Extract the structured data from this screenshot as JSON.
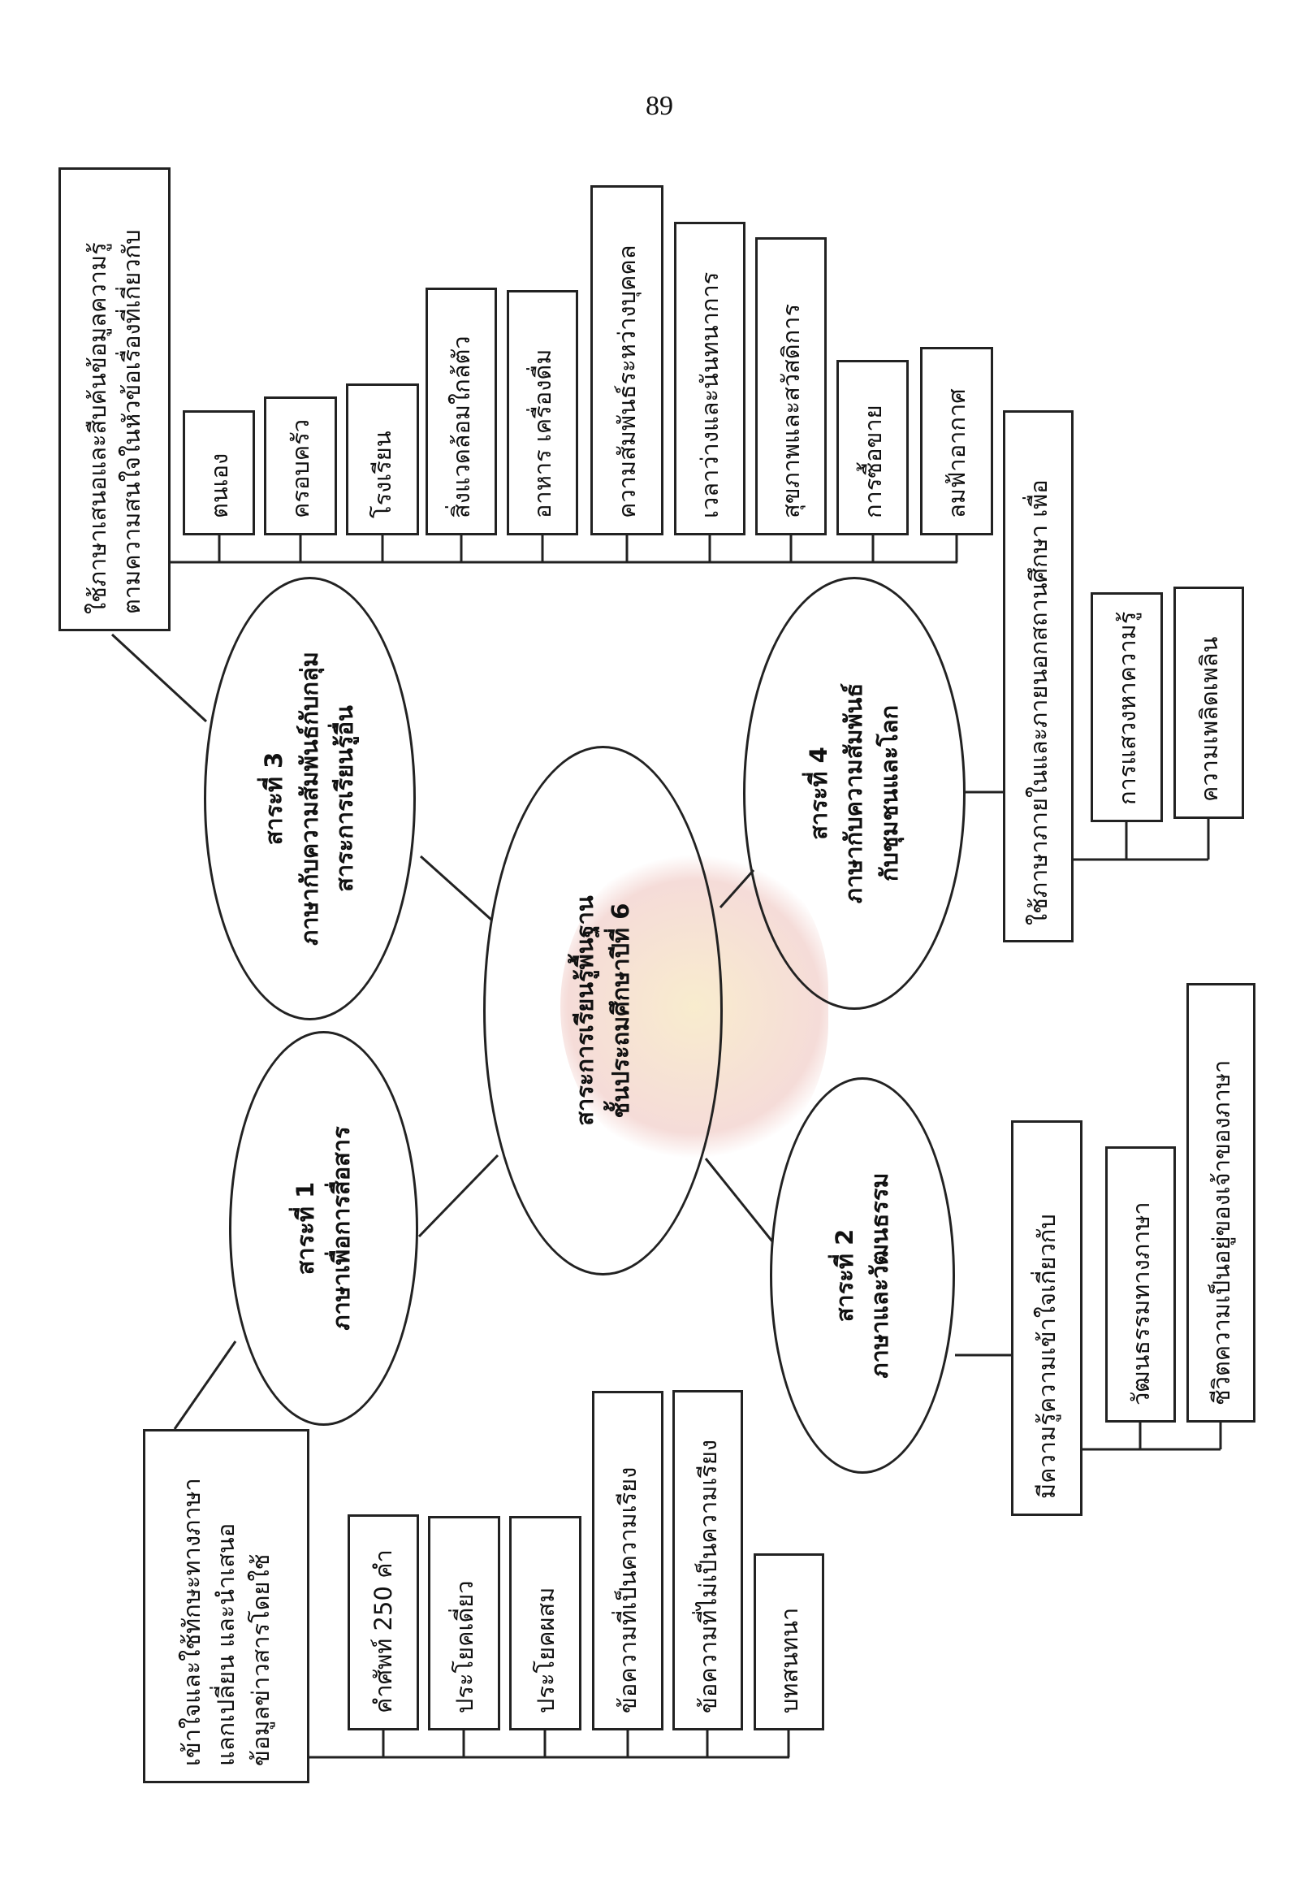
{
  "page_number": "89",
  "center": {
    "line1": "สาระการเรียนรู้พื้นฐาน",
    "line2": "ชั้นประถมศึกษาปีที่ 6"
  },
  "strand1": {
    "title": "สาระที่ 1",
    "name": "ภาษาเพื่อการสื่อสาร",
    "box_lines": [
      "เข้าใจและใช้ทักษะทางภาษา",
      "แลกเปลี่ยน  และนำเสนอ",
      "ข้อมูลข่าวสารโดยใช้"
    ],
    "items": [
      "คำศัพท์ 250 คำ",
      "ประโยคเดี่ยว",
      "ประโยคผสม",
      "ข้อความที่เป็นความเรียง",
      "ข้อความที่ไม่เป็นความเรียง",
      "บทสนทนา"
    ]
  },
  "strand2": {
    "title": "สาระที่ 2",
    "name": "ภาษาและวัฒนธรรม",
    "box_text": "มีความรู้ความเข้าใจเกี่ยวกับ",
    "items": [
      "วัฒนธรรมทางภาษา",
      "ชีวิตความเป็นอยู่ของเจ้าของภาษา"
    ]
  },
  "strand3": {
    "title": "สาระที่ 3",
    "name_line1": "ภาษากับความสัมพันธ์กับกลุ่ม",
    "name_line2": "สาระการเรียนรู้อื่น",
    "box_lines": [
      "ใช้ภาษาเสนอและสืบค้นข้อมูลความรู้",
      "ตามความสนใจในหัวข้อเรื่องที่เกี่ยวกับ"
    ],
    "items": [
      "ตนเอง",
      "ครอบครัว",
      "โรงเรียน",
      "สิ่งแวดล้อมใกล้ตัว",
      "อาหาร  เครื่องดื่ม",
      "ความสัมพันธ์ระหว่างบุคคล",
      "เวลาว่างและนันทนาการ",
      "สุขภาพและสวัสดิการ",
      "การซื้อขาย",
      "ลมฟ้าอากาศ"
    ]
  },
  "strand4": {
    "title": "สาระที่ 4",
    "name_line1": "ภาษากับความสัมพันธ์",
    "name_line2": "กับชุมชนและโลก",
    "box_text": "ใช้ภาษาภายในและภายนอกสถานศึกษา  เพื่อ",
    "items": [
      "การแสวงหาความรู้",
      "ความเพลิดเพลิน"
    ]
  }
}
